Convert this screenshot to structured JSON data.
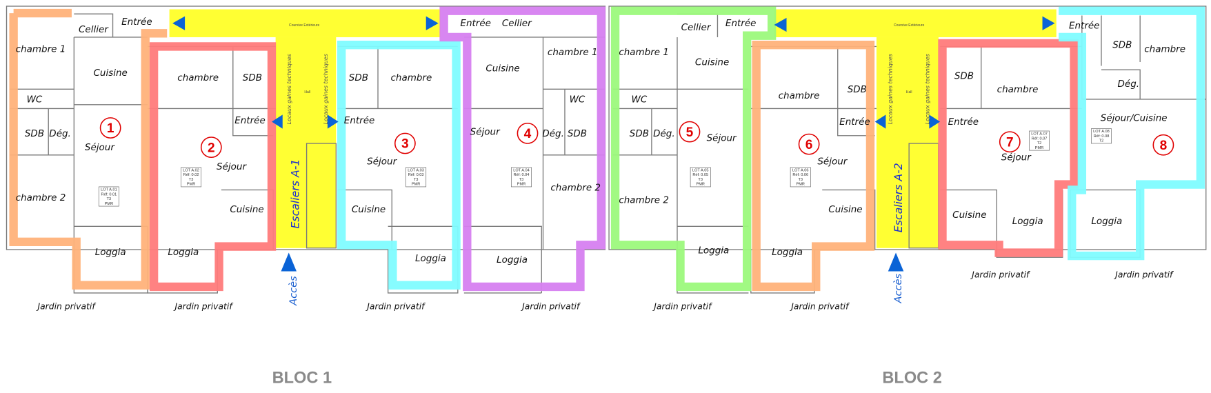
{
  "colors": {
    "corridor": "#ffff33",
    "arrow": "#0a63d6",
    "apt1": "#ffb27a",
    "apt2": "#ff7b7b",
    "apt3": "#7ffcff",
    "apt4": "#d67ff0",
    "apt5": "#9cf97c",
    "apt6": "#ffb27a",
    "apt7": "#ff7b7b",
    "apt8": "#7ffcff",
    "badge": "#e00000"
  },
  "corridor_label": "Coursive Extérieure",
  "hall_label": "Hall",
  "gaines_label": "Locaux gaines techniques",
  "blocs": [
    {
      "label": "BLOC 1",
      "stairs": "Escaliers A-1",
      "access": "Accès"
    },
    {
      "label": "BLOC 2",
      "stairs": "Escaliers A-2",
      "access": "Accès"
    }
  ],
  "garden": "Jardin privatif",
  "apartments": [
    {
      "number": "1",
      "lot": "LOT A.01",
      "ref": "Réf: 0.01",
      "type": "T3",
      "pmr": "PMR",
      "rooms": [
        "chambre 1",
        "Cellier",
        "Entrée",
        "Cuisine",
        "WC",
        "SDB",
        "Dég.",
        "Séjour",
        "chambre 2",
        "Loggia"
      ]
    },
    {
      "number": "2",
      "lot": "LOT A.02",
      "ref": "Réf: 0.02",
      "type": "T3",
      "pmr": "PMR",
      "rooms": [
        "chambre",
        "SDB",
        "Entrée",
        "Séjour",
        "Cuisine",
        "Loggia"
      ]
    },
    {
      "number": "3",
      "lot": "LOT A.03",
      "ref": "Réf: 0.03",
      "type": "T3",
      "pmr": "PMR",
      "rooms": [
        "SDB",
        "chambre",
        "Entrée",
        "Séjour",
        "Cuisine",
        "Loggia"
      ]
    },
    {
      "number": "4",
      "lot": "LOT A.04",
      "ref": "Réf: 0.04",
      "type": "T3",
      "pmr": "PMR",
      "rooms": [
        "Entrée",
        "Cellier",
        "chambre 1",
        "Cuisine",
        "WC",
        "Dég.",
        "SDB",
        "Séjour",
        "chambre 2",
        "Loggia"
      ]
    },
    {
      "number": "5",
      "lot": "LOT A.05",
      "ref": "Réf: 0.05",
      "type": "T3",
      "pmr": "PMR",
      "rooms": [
        "Cellier",
        "Entrée",
        "chambre 1",
        "Cuisine",
        "WC",
        "SDB",
        "Dég.",
        "Séjour",
        "chambre 2",
        "Loggia"
      ]
    },
    {
      "number": "6",
      "lot": "LOT A.06",
      "ref": "Réf: 0.06",
      "type": "T3",
      "pmr": "PMR",
      "rooms": [
        "chambre",
        "SDB",
        "Entrée",
        "Séjour",
        "Cuisine",
        "Loggia"
      ]
    },
    {
      "number": "7",
      "lot": "LOT A.07",
      "ref": "Réf: 0.07",
      "type": "T2",
      "pmr": "PMR",
      "rooms": [
        "SDB",
        "chambre",
        "Entrée",
        "Séjour",
        "Cuisine",
        "Loggia"
      ]
    },
    {
      "number": "8",
      "lot": "LOT A.08",
      "ref": "Réf: 0.08",
      "type": "T2",
      "rooms": [
        "Entrée",
        "SDB",
        "chambre",
        "Dég.",
        "Séjour/Cuisine",
        "Loggia"
      ]
    }
  ]
}
